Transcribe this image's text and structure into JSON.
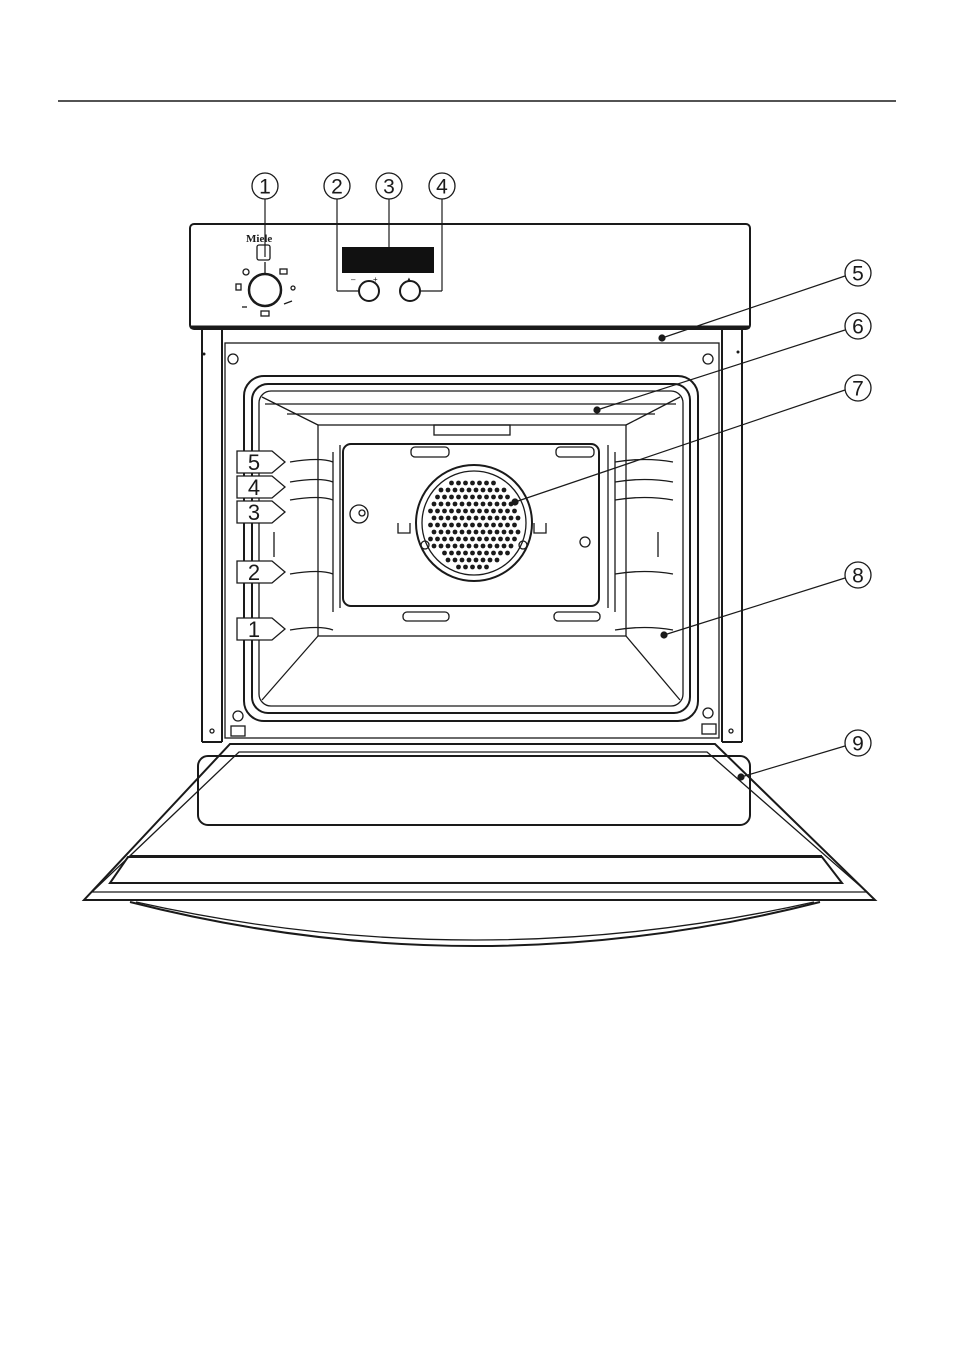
{
  "brand": "Miele",
  "callouts": [
    "1",
    "2",
    "3",
    "4",
    "5",
    "6",
    "7",
    "8",
    "9"
  ],
  "shelf_levels": [
    "5",
    "4",
    "3",
    "2",
    "1"
  ],
  "control_symbols": {
    "minus": "–",
    "plus": "+",
    "up": "▲"
  }
}
